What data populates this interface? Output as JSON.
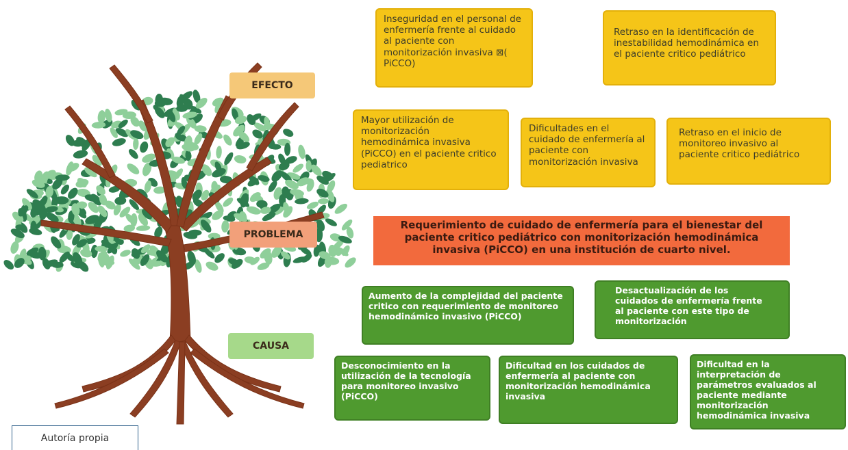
{
  "labels": {
    "efecto": "EFECTO",
    "problema": "PROBLEMA",
    "causa": "CAUSA"
  },
  "effects": [
    "Inseguridad en el personal de enfermería frente al cuidado al paciente con monitorización invasiva ⊠( PiCCO)",
    "Retraso en la identificación de inestabilidad hemodinámica en el paciente critico pediátrico",
    "Mayor utilización de monitorización hemodinámica invasiva (PiCCO) en el paciente critico pediatrico",
    "Dificultades en el cuidado de enfermería al paciente con monitorización invasiva",
    "Retraso en el inicio de monitoreo invasivo al paciente critico pediátrico"
  ],
  "problem": "Requerimiento de cuidado de enfermería para el bienestar del paciente critico pediátrico con monitorización hemodinámica invasiva (PiCCO) en una institución de cuarto nivel.",
  "causes": [
    "Aumento de la complejidad del paciente critico con requerimiento de monitoreo hemodinámico invasivo (PiCCO)",
    "Desactualización de los cuidados de enfermería frente al paciente con este tipo de monitorización",
    "Desconocimiento en la utilización de la tecnología para monitoreo invasivo (PiCCO)",
    "Dificultad en los cuidados de enfermería al paciente con monitorización hemodinámica invasiva",
    "Dificultad en la interpretación de parámetros evaluados al paciente mediante monitorización hemodinámica invasiva"
  ],
  "footer": "Autoría propia",
  "colors": {
    "effect": "#f5c518",
    "problem": "#f26a3d",
    "cause": "#4f9a2f",
    "efecto_label": "#f5c878",
    "problema_label": "#f2a07a",
    "causa_label": "#a6d98a",
    "trunk": "#8b3e22",
    "leaf_dark": "#2e7d4f",
    "leaf_light": "#8fcf9a"
  }
}
